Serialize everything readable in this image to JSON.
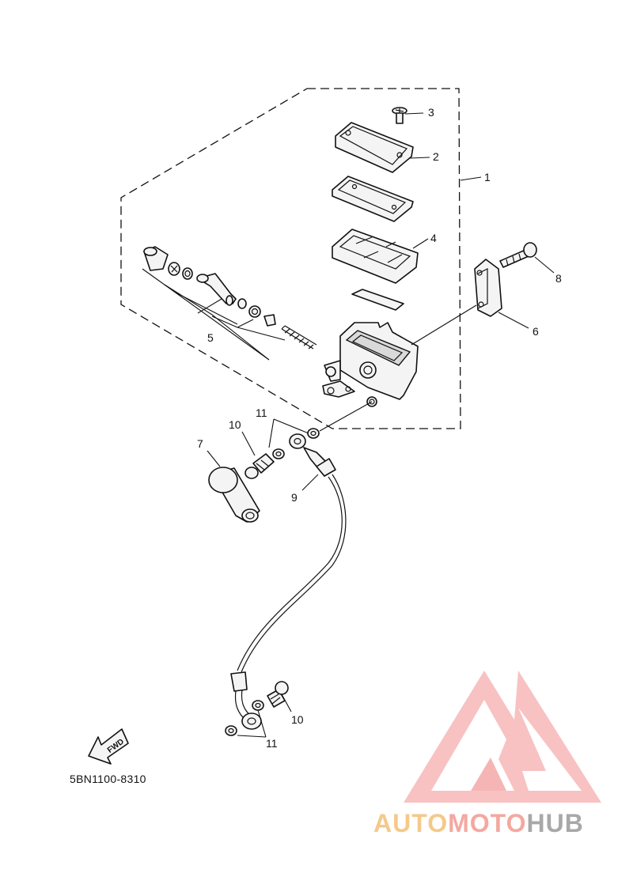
{
  "diagram": {
    "part_code": "5BN1100-8310",
    "fwd_label": "FWD",
    "callouts": {
      "c1": "1",
      "c2": "2",
      "c3": "3",
      "c4": "4",
      "c5": "5",
      "c6": "6",
      "c7": "7",
      "c8": "8",
      "c9": "9",
      "c10a": "10",
      "c10b": "10",
      "c11a": "11",
      "c11b": "11"
    }
  },
  "watermark": {
    "brand_auto": "AUTO",
    "brand_moto": "MOTO",
    "brand_hub": "HUB",
    "colors": {
      "auto": "#f5c98a",
      "moto": "#f4a8a0",
      "hub": "#a8a8a8",
      "logo": "#f4a0a0"
    }
  }
}
